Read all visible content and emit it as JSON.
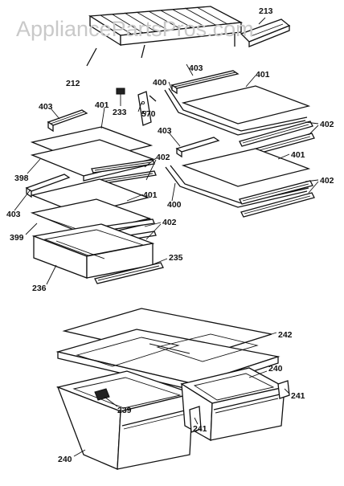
{
  "watermark": "AppliancePartsPros.com",
  "callouts": {
    "c212": "212",
    "c213": "213",
    "c233": "233",
    "c570": "570",
    "c398": "398",
    "c399": "399",
    "c403a": "403",
    "c403b": "403",
    "c403c": "403",
    "c403d": "403",
    "c401a": "401",
    "c401b": "401",
    "c401c": "401",
    "c401d": "401",
    "c402a": "402",
    "c402b": "402",
    "c402c": "402",
    "c402d": "402",
    "c400a": "400",
    "c400b": "400",
    "c235": "235",
    "c236": "236",
    "c242": "242",
    "c240a": "240",
    "c240b": "240",
    "c241a": "241",
    "c241b": "241",
    "c239": "239"
  }
}
